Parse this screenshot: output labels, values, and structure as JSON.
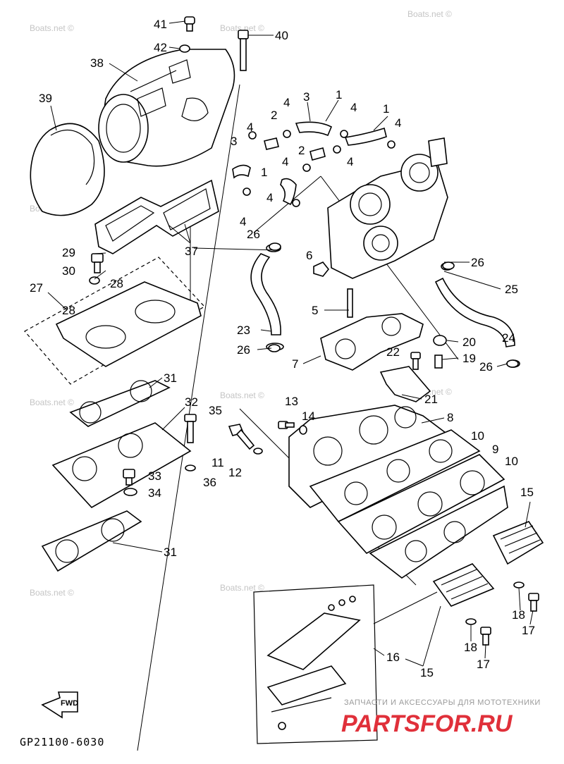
{
  "diagram": {
    "code": "GP21100-6030",
    "fwd_label": "FWD",
    "watermark": "Boats.net ©",
    "banner": {
      "tagline": "ЗАПЧАСТИ И АКСЕССУАРЫ ДЛЯ МОТОТЕХНИКИ",
      "logo_left": "PARTS",
      "logo_right": "FOR.RU",
      "logo_color": "#e0303a"
    },
    "callouts": [
      {
        "id": "c41",
        "text": "41"
      },
      {
        "id": "c42",
        "text": "42"
      },
      {
        "id": "c40",
        "text": "40"
      },
      {
        "id": "c38",
        "text": "38"
      },
      {
        "id": "c39",
        "text": "39"
      },
      {
        "id": "c37",
        "text": "37"
      },
      {
        "id": "c3a",
        "text": "3"
      },
      {
        "id": "c1a",
        "text": "1"
      },
      {
        "id": "c4a",
        "text": "4"
      },
      {
        "id": "c4b",
        "text": "4"
      },
      {
        "id": "c1b",
        "text": "1"
      },
      {
        "id": "c2a",
        "text": "2"
      },
      {
        "id": "c4c",
        "text": "4"
      },
      {
        "id": "c4d",
        "text": "4"
      },
      {
        "id": "c3b",
        "text": "3"
      },
      {
        "id": "c2b",
        "text": "2"
      },
      {
        "id": "c4e",
        "text": "4"
      },
      {
        "id": "c4f",
        "text": "4"
      },
      {
        "id": "c1c",
        "text": "1"
      },
      {
        "id": "c4g",
        "text": "4"
      },
      {
        "id": "c4h",
        "text": "4"
      },
      {
        "id": "c26a",
        "text": "26"
      },
      {
        "id": "c6",
        "text": "6"
      },
      {
        "id": "c26b",
        "text": "26"
      },
      {
        "id": "c25",
        "text": "25"
      },
      {
        "id": "c29",
        "text": "29"
      },
      {
        "id": "c30",
        "text": "30"
      },
      {
        "id": "c28a",
        "text": "28"
      },
      {
        "id": "c27",
        "text": "27"
      },
      {
        "id": "c28b",
        "text": "28"
      },
      {
        "id": "c5",
        "text": "5"
      },
      {
        "id": "c23",
        "text": "23"
      },
      {
        "id": "c26c",
        "text": "26"
      },
      {
        "id": "c24",
        "text": "24"
      },
      {
        "id": "c20",
        "text": "20"
      },
      {
        "id": "c7",
        "text": "7"
      },
      {
        "id": "c22",
        "text": "22"
      },
      {
        "id": "c19",
        "text": "19"
      },
      {
        "id": "c26d",
        "text": "26"
      },
      {
        "id": "c31a",
        "text": "31"
      },
      {
        "id": "c21",
        "text": "21"
      },
      {
        "id": "c32",
        "text": "32"
      },
      {
        "id": "c35",
        "text": "35"
      },
      {
        "id": "c13",
        "text": "13"
      },
      {
        "id": "c14",
        "text": "14"
      },
      {
        "id": "c8",
        "text": "8"
      },
      {
        "id": "c10a",
        "text": "10"
      },
      {
        "id": "c11",
        "text": "11"
      },
      {
        "id": "c12",
        "text": "12"
      },
      {
        "id": "c36",
        "text": "36"
      },
      {
        "id": "c9",
        "text": "9"
      },
      {
        "id": "c10b",
        "text": "10"
      },
      {
        "id": "c33",
        "text": "33"
      },
      {
        "id": "c34",
        "text": "34"
      },
      {
        "id": "c15a",
        "text": "15"
      },
      {
        "id": "c31b",
        "text": "31"
      },
      {
        "id": "c18a",
        "text": "18"
      },
      {
        "id": "c17a",
        "text": "17"
      },
      {
        "id": "c18b",
        "text": "18"
      },
      {
        "id": "c17b",
        "text": "17"
      },
      {
        "id": "c16",
        "text": "16"
      },
      {
        "id": "c15b",
        "text": "15"
      }
    ]
  }
}
